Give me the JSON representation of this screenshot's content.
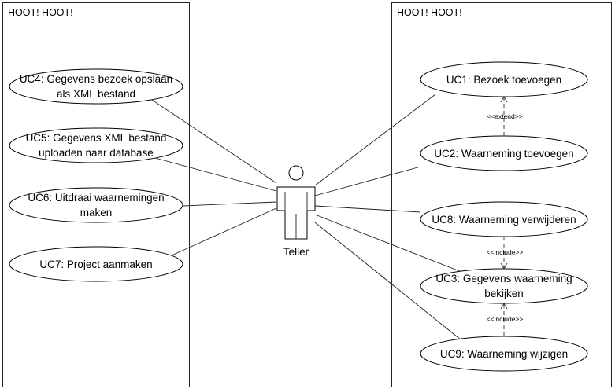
{
  "systems": {
    "left": {
      "title": "HOOT! HOOT!"
    },
    "right": {
      "title": "HOOT! HOOT!"
    }
  },
  "actor": {
    "name": "Teller"
  },
  "use_cases": {
    "uc4": [
      "UC4: Gegevens bezoek opslaan",
      "als XML bestand"
    ],
    "uc5": [
      "UC5: Gegevens XML bestand",
      "uploaden naar database"
    ],
    "uc6": [
      "UC6: Uitdraai waarnemingen",
      "maken"
    ],
    "uc7": [
      "UC7: Project aanmaken"
    ],
    "uc1": [
      "UC1: Bezoek toevoegen"
    ],
    "uc2": [
      "UC2: Waarneming toevoegen"
    ],
    "uc8": [
      "UC8: Waarneming verwijderen"
    ],
    "uc3": [
      "UC3: Gegevens waarneming",
      "bekijken"
    ],
    "uc9": [
      "UC9: Waarneming wijzigen"
    ]
  },
  "relations": {
    "extend_label": "<<extend>>",
    "include_label_1": "<<include>>",
    "include_label_2": "<<include>>"
  }
}
